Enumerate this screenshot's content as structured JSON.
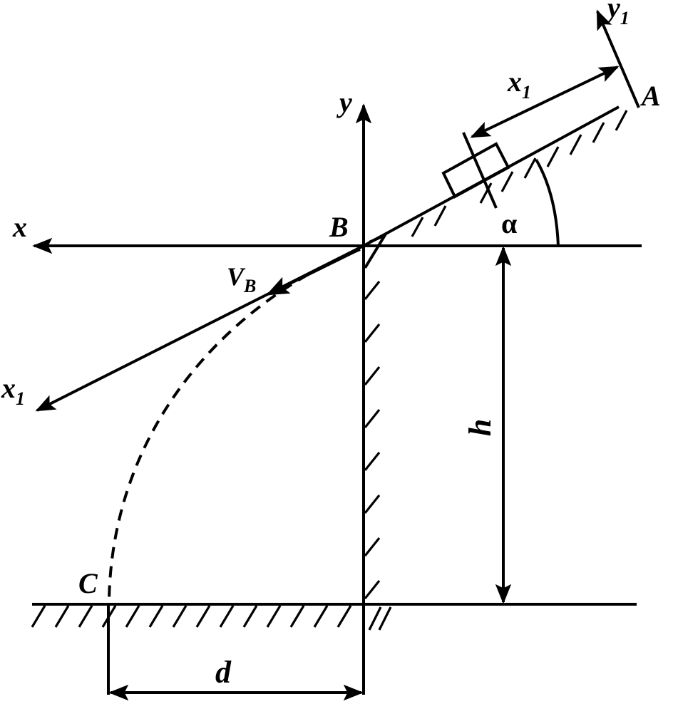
{
  "labels": {
    "x": "x",
    "y": "y",
    "x1_top": "x",
    "x1_top_sub": "1",
    "y1": "y",
    "y1_sub": "1",
    "A": "A",
    "B": "B",
    "C": "C",
    "alpha": "α",
    "VB": "V",
    "VB_sub": "B",
    "x1_left": "x",
    "x1_left_sub": "1",
    "h": "h",
    "d": "d"
  }
}
